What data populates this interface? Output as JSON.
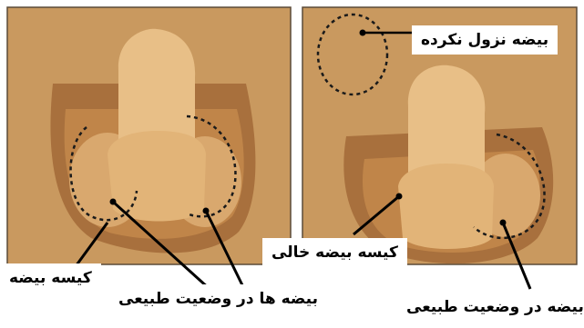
{
  "labels": {
    "undescended_testis": "بیضه نزول نکرده",
    "empty_scrotum": "کیسه بیضه خالی",
    "scrotum": "کیسه بیضه",
    "testes_normal_position": "بیضه ها در وضعیت طبیعی",
    "testis_normal_position": "بیضه در وضعیت طبیعی"
  },
  "colors": {
    "panel_background": "#c9995f",
    "skin_dark": "#a8703d",
    "skin_mid": "#d9a86e",
    "skin_light": "#e8bf87",
    "outline": "#3b2a18"
  }
}
